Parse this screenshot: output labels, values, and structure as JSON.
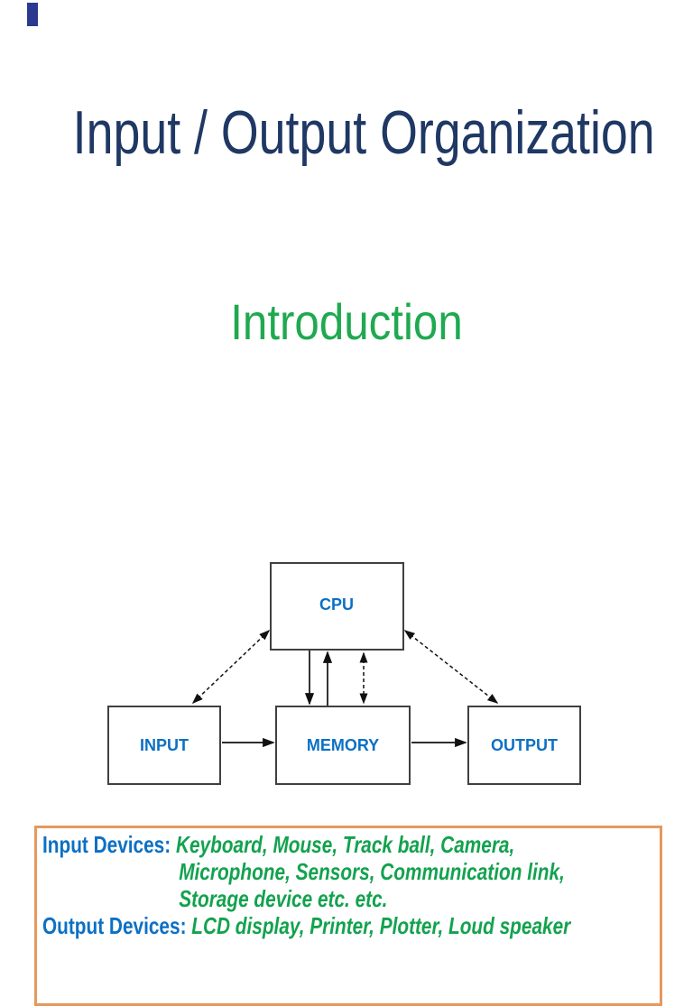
{
  "slide": {
    "title": "Input / Output Organization",
    "subtitle": "Introduction",
    "title_color": "#1F3864",
    "subtitle_color": "#1FA950"
  },
  "diagram": {
    "label_color": "#0C70C4",
    "box_border_color": "#404040",
    "arrow_color": "#111111",
    "blocks": [
      {
        "id": "cpu",
        "label": "CPU"
      },
      {
        "id": "input",
        "label": "INPUT"
      },
      {
        "id": "memory",
        "label": "MEMORY"
      },
      {
        "id": "output",
        "label": "OUTPUT"
      }
    ],
    "connections": [
      {
        "from": "input",
        "to": "memory",
        "style": "solid-arrow"
      },
      {
        "from": "memory",
        "to": "output",
        "style": "solid-arrow"
      },
      {
        "from": "cpu",
        "to": "memory",
        "style": "solid-arrow-down"
      },
      {
        "from": "memory",
        "to": "cpu",
        "style": "solid-arrow-up"
      },
      {
        "from": "cpu",
        "to": "memory",
        "style": "dashed-double-arrow"
      },
      {
        "from": "cpu",
        "to": "input",
        "style": "dashed-double-arrow"
      },
      {
        "from": "cpu",
        "to": "output",
        "style": "dashed-double-arrow"
      }
    ]
  },
  "notes": {
    "border_color": "#E6985C",
    "label_color": "#0C70C4",
    "text_color": "#13A24E",
    "lines": [
      {
        "label": "Input Devices: ",
        "text": "Keyboard, Mouse, Track ball, Camera,"
      },
      {
        "label": "",
        "text": "Microphone, Sensors, Communication link,"
      },
      {
        "label": "",
        "text": "Storage device etc. etc."
      },
      {
        "label": "Output Devices: ",
        "text": "LCD display, Printer, Plotter, Loud speaker"
      }
    ]
  }
}
